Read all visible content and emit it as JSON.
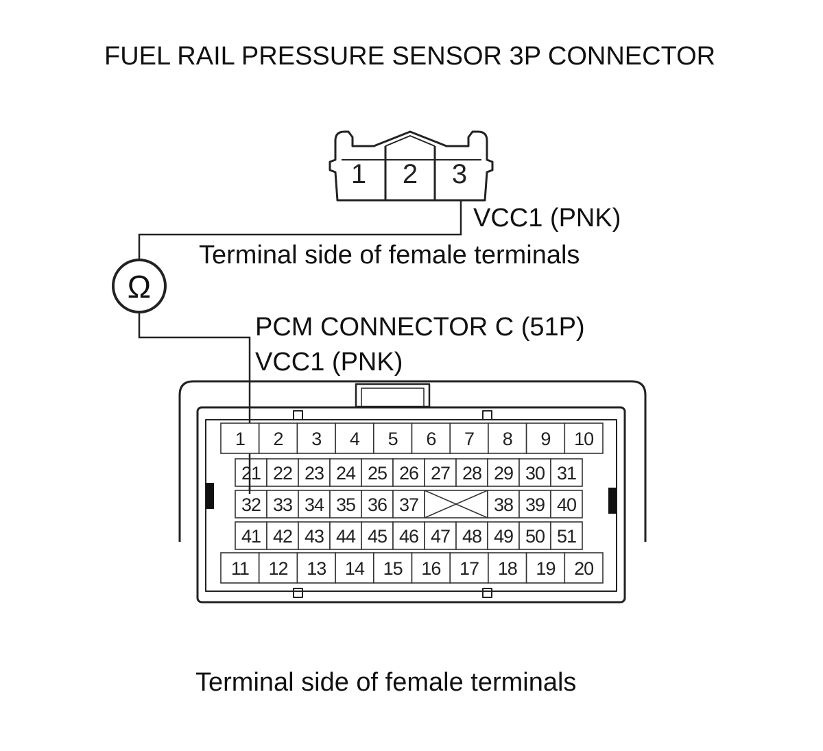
{
  "diagram": {
    "title": "FUEL RAIL PRESSURE SENSOR 3P CONNECTOR",
    "sensor_wire_label": "VCC1 (PNK)",
    "sensor_side_note": "Terminal side of female terminals",
    "pcm_connector_label": "PCM CONNECTOR C (51P)",
    "pcm_wire_label": "VCC1 (PNK)",
    "pcm_side_note": "Terminal side of female terminals",
    "meter_symbol": "Ω",
    "connector_3p": {
      "pins": [
        "1",
        "2",
        "3"
      ]
    },
    "connector_51p": {
      "row1": [
        "1",
        "2",
        "3",
        "4",
        "5",
        "6",
        "7",
        "8",
        "9",
        "10"
      ],
      "row2": [
        "21",
        "22",
        "23",
        "24",
        "25",
        "26",
        "27",
        "28",
        "29",
        "30",
        "31"
      ],
      "row3_left": [
        "32",
        "33",
        "34",
        "35",
        "36",
        "37"
      ],
      "row3_right": [
        "38",
        "39",
        "40"
      ],
      "row4": [
        "41",
        "42",
        "43",
        "44",
        "45",
        "46",
        "47",
        "48",
        "49",
        "50",
        "51"
      ],
      "row5": [
        "11",
        "12",
        "13",
        "14",
        "15",
        "16",
        "17",
        "18",
        "19",
        "20"
      ]
    }
  }
}
